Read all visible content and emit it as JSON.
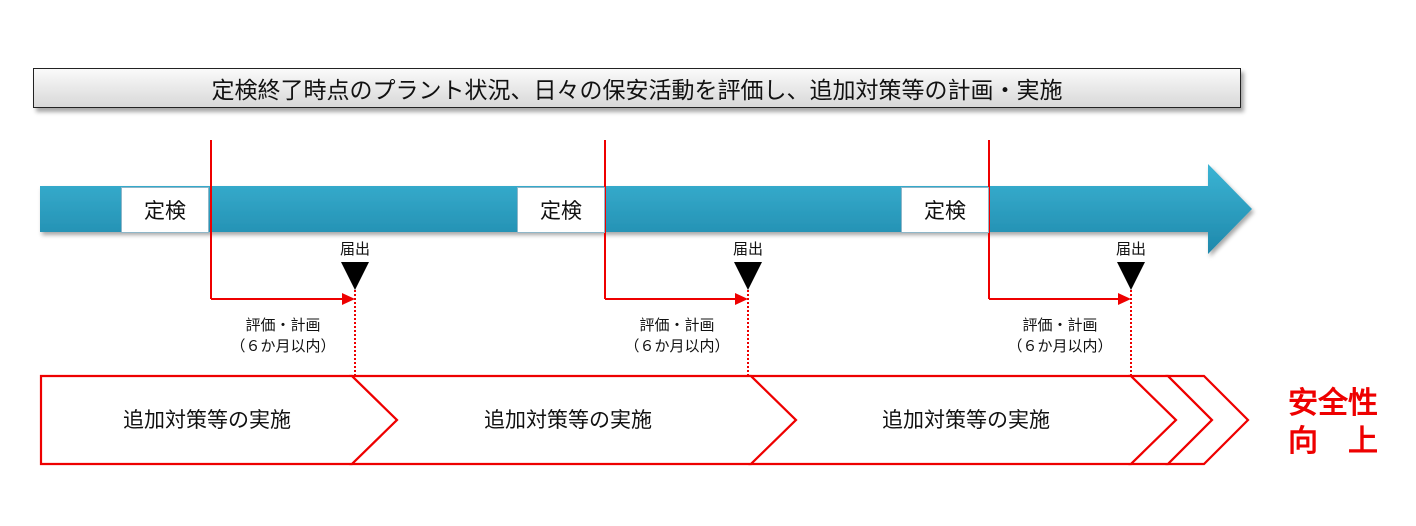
{
  "banner": {
    "text": "定検終了時点のプラント状況、日々の保安活動を評価し、追加対策等の計画・実施"
  },
  "timeline": {
    "arrow_color": "#2aa3c4",
    "cycles": [
      {
        "inspection_label": "定検",
        "notification_label": "届出",
        "plan_label": "評価・計画",
        "period_label": "（６か月以内）"
      },
      {
        "inspection_label": "定検",
        "notification_label": "届出",
        "plan_label": "評価・計画",
        "period_label": "（６か月以内）"
      },
      {
        "inspection_label": "定検",
        "notification_label": "届出",
        "plan_label": "評価・計画",
        "period_label": "（６か月以内）"
      }
    ]
  },
  "implementation": {
    "stroke_color": "#ee0000",
    "stages": [
      {
        "label": "追加対策等の実施"
      },
      {
        "label": "追加対策等の実施"
      },
      {
        "label": "追加対策等の実施"
      }
    ]
  },
  "outcome": {
    "line1": "安全性",
    "line2": "向　上",
    "color": "#ee0000"
  }
}
